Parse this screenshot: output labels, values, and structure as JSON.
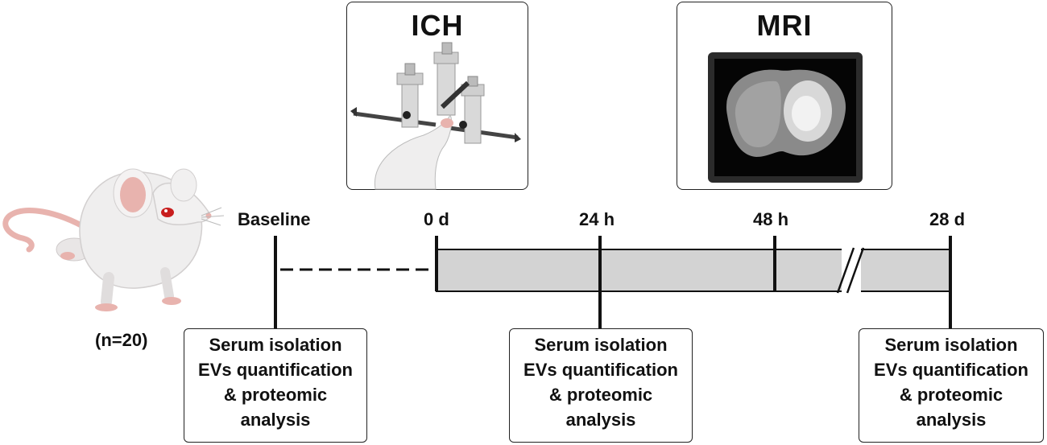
{
  "cohort": {
    "n_label": "(n=20)"
  },
  "panels": {
    "ich": {
      "title": "ICH",
      "image_icon": "stereotaxic-frame-rat-illustration"
    },
    "mri": {
      "title": "MRI",
      "image_icon": "mri-brain-slice-hemorrhage"
    }
  },
  "timeline": {
    "timepoints": [
      {
        "label": "Baseline"
      },
      {
        "label": "0 d"
      },
      {
        "label": "24 h"
      },
      {
        "label": "48 h"
      },
      {
        "label": "28 d"
      }
    ],
    "bar_color": "#d3d3d3",
    "break_icon": "axis-break-double-slash"
  },
  "tasks": [
    {
      "line1": "Serum isolation",
      "line2": "EVs quantification",
      "line3": "& proteomic",
      "line4": "analysis"
    },
    {
      "line1": "Serum isolation",
      "line2": "EVs quantification",
      "line3": "& proteomic",
      "line4": "analysis"
    },
    {
      "line1": "Serum isolation",
      "line2": "EVs quantification",
      "line3": "& proteomic",
      "line4": "analysis"
    }
  ],
  "colors": {
    "mouse_body": "#efeeee",
    "mouse_tail": "#e8b3ae",
    "mouse_eye": "#c81e1e",
    "outline": "#111111"
  }
}
